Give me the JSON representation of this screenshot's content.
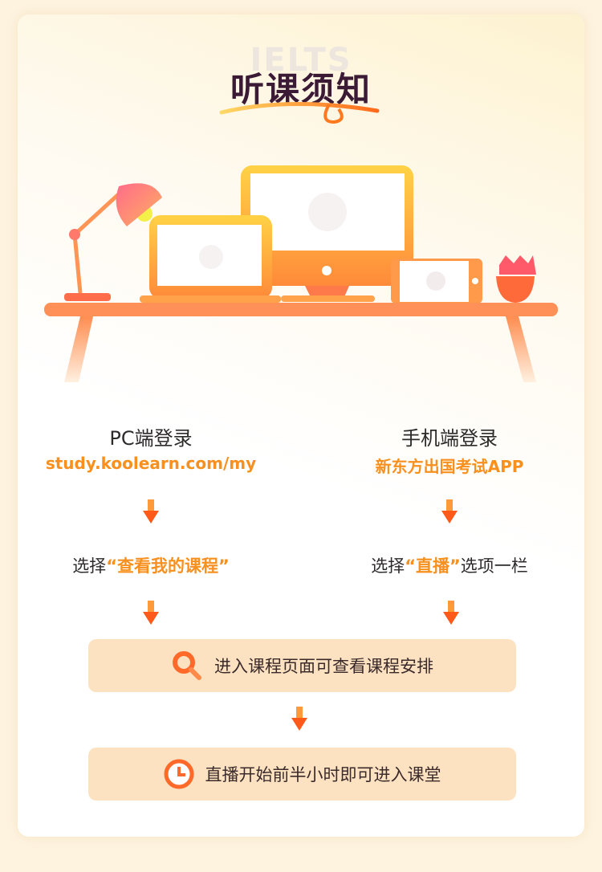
{
  "header": {
    "watermark": "IELTS",
    "title": "听课须知"
  },
  "pc": {
    "heading": "PC端登录",
    "url": "study.koolearn.com/my",
    "step_prefix": "选择",
    "step_highlight": "“查看我的课程”",
    "step_suffix": ""
  },
  "mobile": {
    "heading": "手机端登录",
    "app": "新东方出国考试APP",
    "step_prefix": "选择",
    "step_highlight": "“直播”",
    "step_suffix": "选项一栏"
  },
  "steps": [
    {
      "icon": "search-icon",
      "text": "进入课程页面可查看课程安排"
    },
    {
      "icon": "clock-icon",
      "text": "直播开始前半小时即可进入课堂"
    }
  ],
  "colors": {
    "accent": "#f7901e",
    "title": "#3b1a36",
    "box": "#fde2c2"
  }
}
